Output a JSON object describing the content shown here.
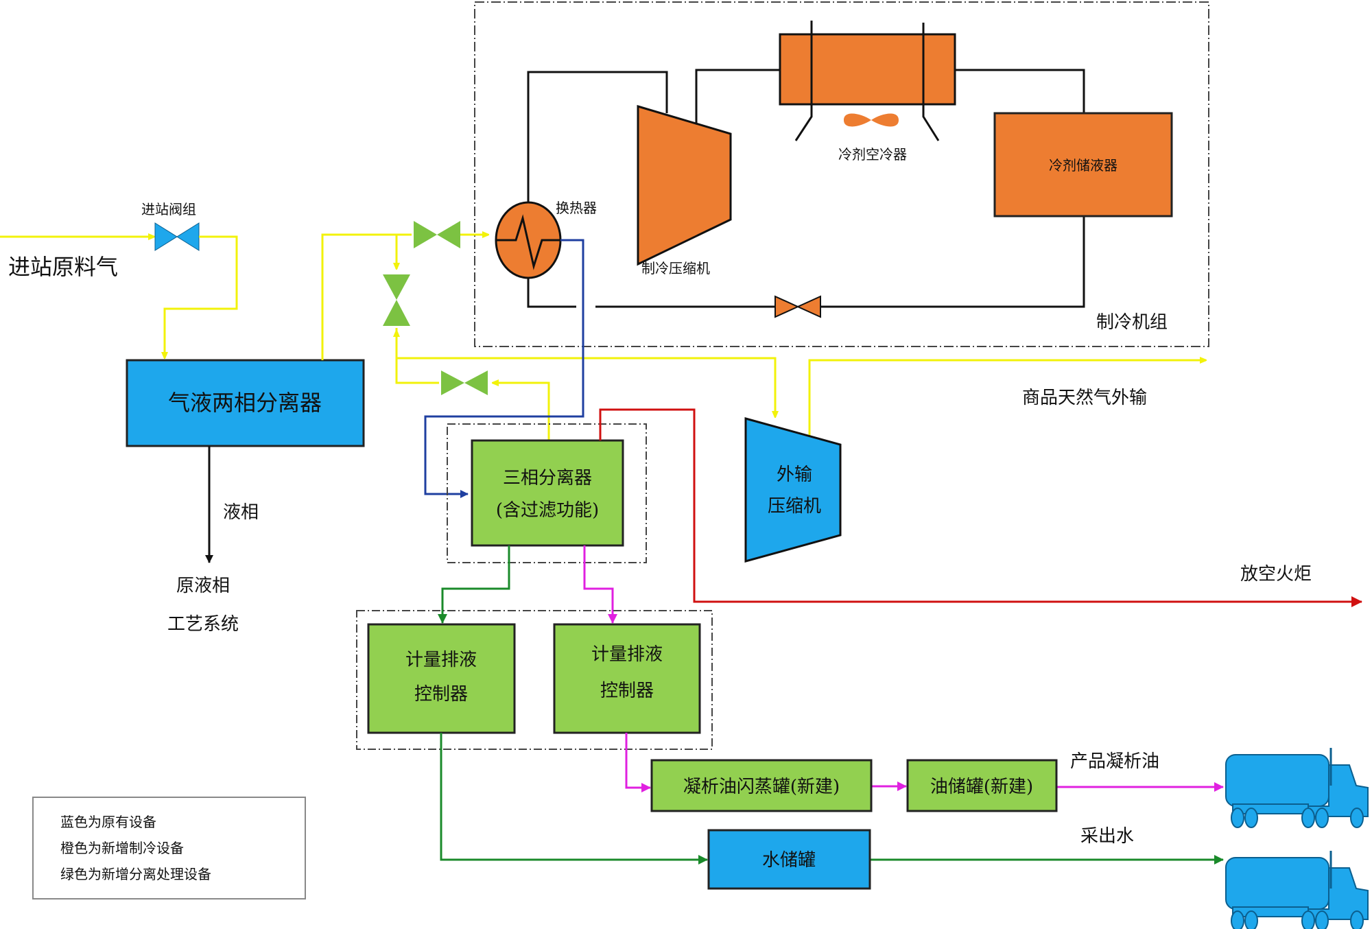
{
  "colors": {
    "original_equipment": "#1ea7ec",
    "new_refrigeration": "#ed7d31",
    "new_separation": "#92d050",
    "gas_line": "#f2f20a",
    "refrigerant_line": "#111111",
    "blue_line": "#1f3fa0",
    "flare_line": "#d01010",
    "water_line": "#1a8a2a",
    "condensate_line": "#e020e0"
  },
  "labels": {
    "inlet_gas": "进站原料气",
    "inlet_valve_group": "进站阀组",
    "gas_liquid_separator": "气液两相分离器",
    "liquid_phase": "液相",
    "original_liquid_system_line1": "原液相",
    "original_liquid_system_line2": "工艺系统",
    "heat_exchanger": "换热器",
    "refrigeration_compressor": "制冷压缩机",
    "refrigerant_air_cooler": "冷剂空冷器",
    "refrigerant_receiver": "冷剂储液器",
    "refrigeration_unit": "制冷机组",
    "sales_gas_export": "商品天然气外输",
    "export_compressor_line1": "外输",
    "export_compressor_line2": "压缩机",
    "three_phase_separator_line1": "三相分离器",
    "three_phase_separator_line2": "(含过滤功能)",
    "flare": "放空火炬",
    "metering_controller_line1": "计量排液",
    "metering_controller_line2": "控制器",
    "condensate_flash_tank": "凝析油闪蒸罐(新建)",
    "oil_storage_tank": "油储罐(新建)",
    "product_condensate": "产品凝析油",
    "water_storage_tank": "水储罐",
    "produced_water": "采出水"
  },
  "legend": [
    "蓝色为原有设备",
    "橙色为新增制冷设备",
    "绿色为新增分离处理设备"
  ],
  "icons": [
    "valve-icon",
    "heat-exchanger-icon",
    "compressor-icon",
    "fan-icon",
    "tanker-truck-icon"
  ]
}
